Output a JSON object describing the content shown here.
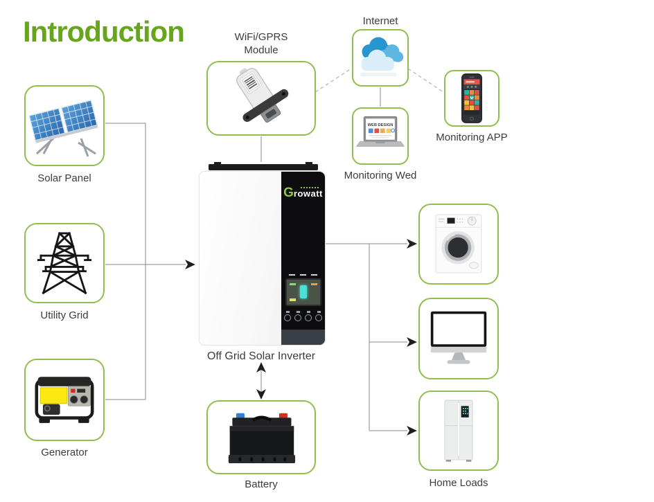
{
  "title": "Introduction",
  "colors": {
    "green_title": "#67a51f",
    "green_border": "#8fbe4f",
    "brand_green": "#8dc63f",
    "connector_gray": "#8a8a8a",
    "arrow_black": "#1f1f1f"
  },
  "nodes": {
    "solar_panel": {
      "label": "Solar Panel"
    },
    "utility_grid": {
      "label": "Utility Grid"
    },
    "generator": {
      "label": "Generator"
    },
    "wifi_module": {
      "label": "WiFi/GPRS Module"
    },
    "internet": {
      "label": "Internet"
    },
    "monitoring_web": {
      "label": "Monitoring Wed",
      "screen_text": "WEB DESIGN"
    },
    "monitoring_app": {
      "label": "Monitoring APP"
    },
    "inverter": {
      "label": "Off Grid Solar Inverter",
      "brand_g": "G",
      "brand_rest": "rowatt"
    },
    "battery": {
      "label": "Battery"
    },
    "home_loads": {
      "label": "Home Loads"
    }
  }
}
